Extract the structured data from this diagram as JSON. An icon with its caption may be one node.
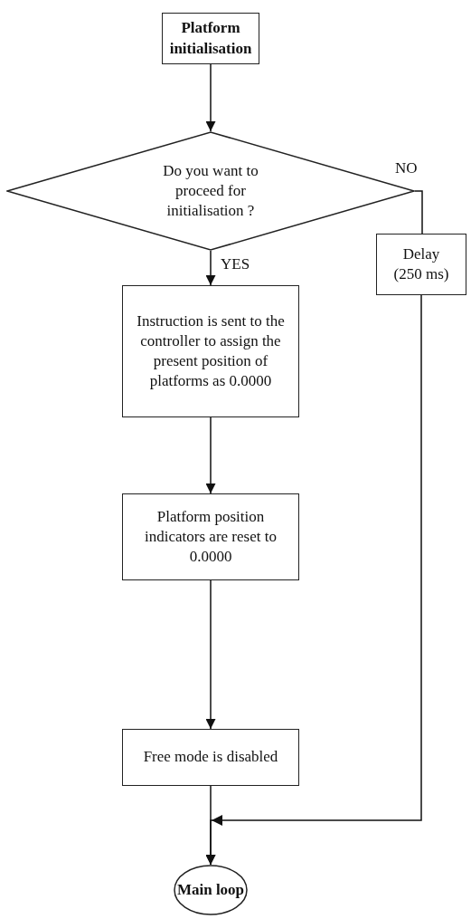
{
  "diagram": {
    "nodes": [
      {
        "text": [
          "Platform initialisation"
        ]
      },
      {
        "text": [
          "Do you want to proceed for initialisation ?"
        ]
      },
      {
        "text": [
          "Instruction is sent to the controller to assign the present position of platforms as 0.0000"
        ]
      },
      {
        "text": [
          "Delay (250 ms)"
        ]
      },
      {
        "text": [
          "Platform position indicators are reset to 0.0000"
        ]
      },
      {
        "text": [
          "Free mode is disabled"
        ]
      },
      {
        "text": [
          "Main loop"
        ]
      }
    ],
    "edges": [
      {
        "from": 0,
        "to": 1,
        "arrow": "to"
      },
      {
        "from": 1,
        "to": 2,
        "arrow": "to",
        "label": "YES"
      },
      {
        "from": 1,
        "to": 3,
        "arrow": "none",
        "label": "NO"
      },
      {
        "from": 2,
        "to": 4,
        "arrow": "to"
      },
      {
        "from": 4,
        "to": 5,
        "arrow": "to"
      },
      {
        "from": 5,
        "to": 6,
        "arrow": "to"
      },
      {
        "from": 3,
        "to": 6,
        "arrow": "to"
      }
    ]
  }
}
